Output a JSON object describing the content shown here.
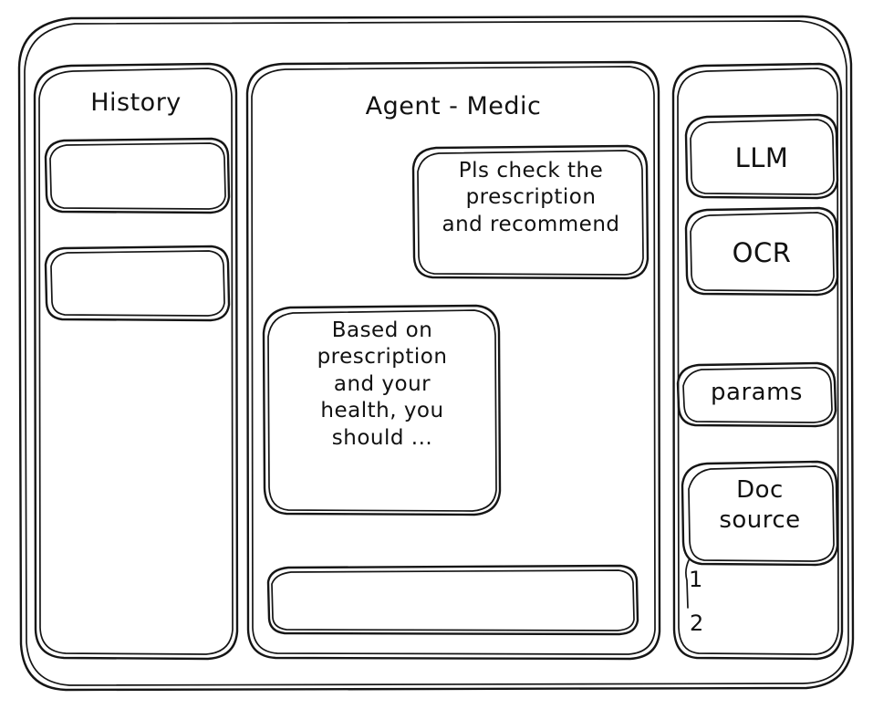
{
  "style": {
    "stroke_color": "#151515",
    "background_color": "#ffffff",
    "sketch": "hand-drawn wireframe"
  },
  "window": {
    "name": "app-window-frame"
  },
  "sidebar": {
    "title": "History",
    "items": [
      {
        "label": "",
        "name": "history-item-1"
      },
      {
        "label": "",
        "name": "history-item-2"
      }
    ]
  },
  "main": {
    "title": "Agent - Medic",
    "messages": [
      {
        "role": "user",
        "text": "Pls check the\nprescription\nand recommend"
      },
      {
        "role": "assistant",
        "text": "Based on\nprescription\nand your\nhealth, you\nshould ..."
      }
    ],
    "composer": {
      "value": "",
      "placeholder": ""
    }
  },
  "right_panel": {
    "chips": [
      {
        "label": "LLM",
        "name": "llm-chip"
      },
      {
        "label": "OCR",
        "name": "ocr-chip"
      },
      {
        "label": "params",
        "name": "params-chip"
      }
    ],
    "doc_source": {
      "label": "Doc\nsource",
      "sources": [
        {
          "label": "1"
        },
        {
          "label": "2"
        }
      ]
    }
  }
}
